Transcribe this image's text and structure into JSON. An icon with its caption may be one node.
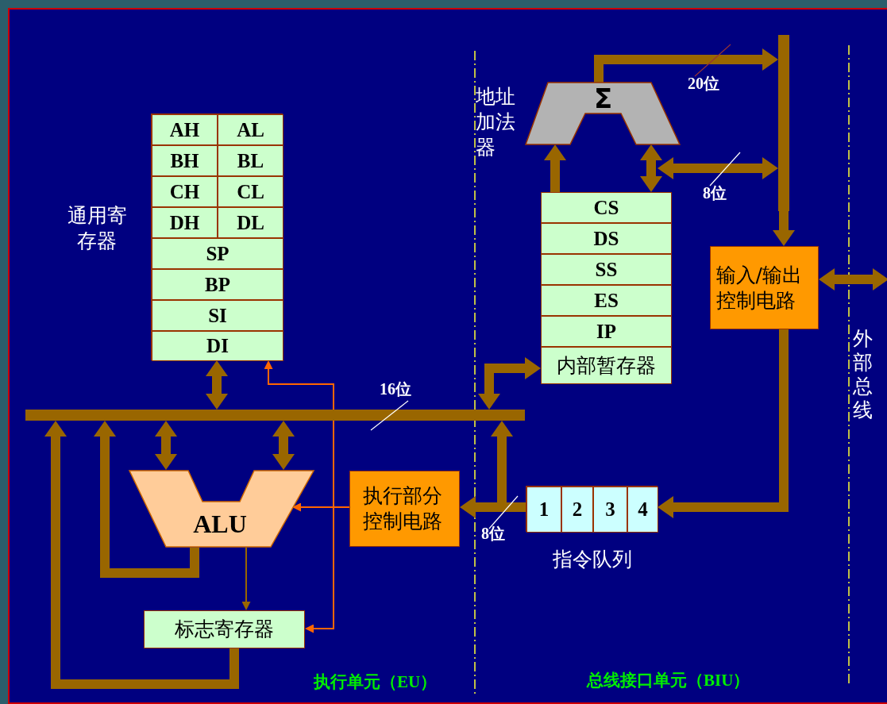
{
  "diagram": {
    "nodes": [
      {
        "text": [
          "通用寄存器"
        ]
      },
      {
        "text": [
          "AH"
        ],
        "in": 0
      },
      {
        "text": [
          "AL"
        ],
        "in": 0
      },
      {
        "text": [
          "BH"
        ],
        "in": 0
      },
      {
        "text": [
          "BL"
        ],
        "in": 0
      },
      {
        "text": [
          "CH"
        ],
        "in": 0
      },
      {
        "text": [
          "CL"
        ],
        "in": 0
      },
      {
        "text": [
          "DH"
        ],
        "in": 0
      },
      {
        "text": [
          "DL"
        ],
        "in": 0
      },
      {
        "text": [
          "SP"
        ],
        "in": 0
      },
      {
        "text": [
          "BP"
        ],
        "in": 0
      },
      {
        "text": [
          "SI"
        ],
        "in": 0
      },
      {
        "text": [
          "DI"
        ],
        "in": 0
      },
      {
        "text": [
          "Σ"
        ],
        "beside": [
          "地址加法器"
        ]
      },
      {
        "text": [
          "CS"
        ]
      },
      {
        "text": [
          "DS"
        ]
      },
      {
        "text": [
          "SS"
        ]
      },
      {
        "text": [
          "ES"
        ]
      },
      {
        "text": [
          "IP"
        ]
      },
      {
        "text": [
          "内部暂存器"
        ]
      },
      {
        "text": [
          "输入/输出控制电路"
        ]
      },
      {
        "text": [],
        "shape": "bar",
        "beside": [
          "16位"
        ]
      },
      {
        "text": [],
        "shape": "bar"
      },
      {
        "text": [
          "ALU"
        ]
      },
      {
        "text": [
          "执行部分控制电路"
        ]
      },
      {
        "text": [
          "标志寄存器"
        ]
      },
      {
        "text": [
          "指令队列"
        ]
      },
      {
        "text": [
          "1"
        ],
        "in": 26
      },
      {
        "text": [
          "2"
        ],
        "in": 26
      },
      {
        "text": [
          "3"
        ],
        "in": 26
      },
      {
        "text": [
          "4"
        ],
        "in": 26
      }
    ],
    "edges": [
      {
        "from": 13,
        "to": 22,
        "arrow": "to"
      },
      {
        "from": 14,
        "to": 13,
        "arrow": "to"
      },
      {
        "from": 14,
        "to": 13,
        "arrow": "both"
      },
      {
        "from": 22,
        "to": 14,
        "arrow": "both"
      },
      {
        "from": 22,
        "to": 20,
        "arrow": "to"
      },
      {
        "from": 20,
        "to": null,
        "arrow": "both"
      },
      {
        "from": 20,
        "to": 26,
        "arrow": "to"
      },
      {
        "from": 19,
        "to": 21,
        "arrow": "both"
      },
      {
        "from": 21,
        "to": 0,
        "arrow": "both"
      },
      {
        "from": 21,
        "to": 23,
        "arrow": "both"
      },
      {
        "from": 21,
        "to": 23,
        "arrow": "both"
      },
      {
        "from": 23,
        "to": 21,
        "arrow": "to"
      },
      {
        "from": 25,
        "to": 21,
        "arrow": "to"
      },
      {
        "from": 26,
        "to": 24,
        "arrow": "to"
      },
      {
        "from": 26,
        "to": 21,
        "arrow": "to"
      },
      {
        "from": 24,
        "to": 23,
        "arrow": "to",
        "color": "#ff6600"
      },
      {
        "from": 24,
        "to": 12,
        "arrow": "to",
        "color": "#ff6600"
      },
      {
        "from": 24,
        "to": 25,
        "arrow": "to",
        "color": "#ff6600"
      },
      {
        "from": 23,
        "to": 25,
        "arrow": "to"
      }
    ],
    "labels": [
      "20位",
      "8位",
      "外部总线",
      "8位",
      "执行单元（EU）",
      "总线接口单元（BIU）"
    ]
  }
}
